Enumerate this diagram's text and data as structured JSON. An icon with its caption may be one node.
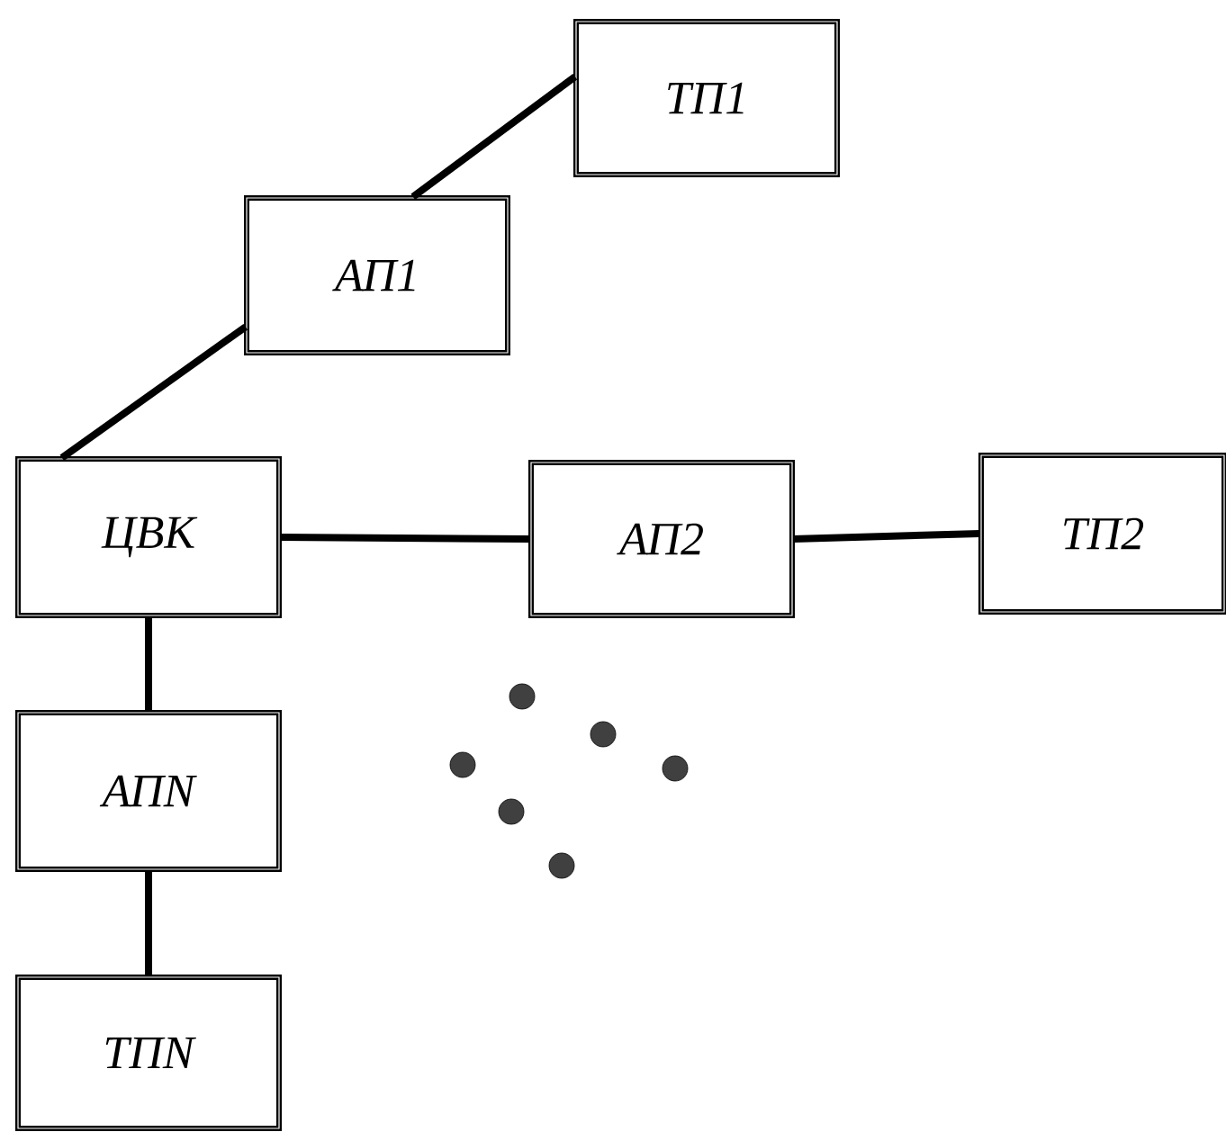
{
  "diagram": {
    "nodes": [
      {
        "text": [
          "ТП1"
        ]
      },
      {
        "text": [
          "АП1"
        ]
      },
      {
        "text": [
          "ЦВК"
        ]
      },
      {
        "text": [
          "АП2"
        ]
      },
      {
        "text": [
          "ТП2"
        ]
      },
      {
        "text": [
          "АПN"
        ]
      },
      {
        "text": [
          "ТПN"
        ]
      }
    ],
    "edges": [
      {
        "from": 2,
        "to": 1,
        "arrow": "none"
      },
      {
        "from": 1,
        "to": 0,
        "arrow": "none"
      },
      {
        "from": 2,
        "to": 3,
        "arrow": "none"
      },
      {
        "from": 3,
        "to": 4,
        "arrow": "none"
      },
      {
        "from": 2,
        "to": 5,
        "arrow": "none"
      },
      {
        "from": 5,
        "to": 6,
        "arrow": "none"
      }
    ]
  }
}
